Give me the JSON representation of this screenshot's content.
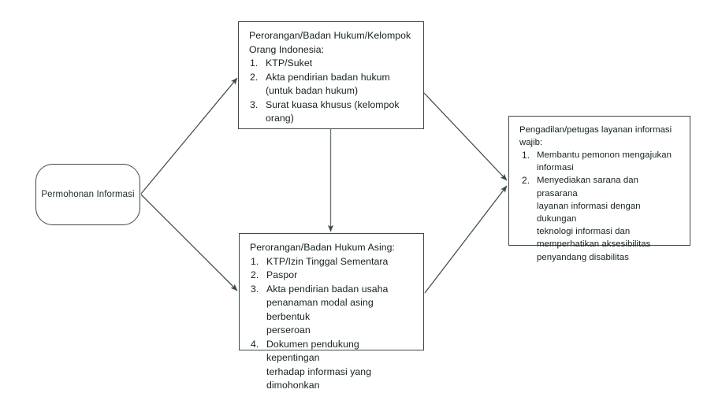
{
  "diagram": {
    "type": "flowchart",
    "title": "Alur permohonan informasi",
    "line_color": "#3c4a4a",
    "text_color": "#14201f",
    "background": "#ffffff"
  },
  "nodes": {
    "start": {
      "shape": "rounded-rectangle",
      "label": "Permohonan\nInformasi"
    },
    "domestic": {
      "shape": "rectangle",
      "title": "Perorangan/Badan Hukum/Kelompok\nOrang Indonesia:",
      "items": [
        "KTP/Suket",
        "Akta pendirian badan hukum\n(untuk badan hukum)",
        "Surat kuasa khusus (kelompok\norang)"
      ]
    },
    "foreign": {
      "shape": "rectangle",
      "title": "Perorangan/Badan Hukum Asing:",
      "items": [
        "KTP/Izin Tinggal Sementara",
        "Paspor",
        "Akta pendirian badan usaha\npenanaman modal asing berbentuk\nperseroan",
        "Dokumen pendukung kepentingan\nterhadap informasi yang dimohonkan"
      ]
    },
    "obligation": {
      "shape": "rectangle",
      "title": "Pengadilan/petugas layanan informasi\nwajib:",
      "items": [
        "Membantu pemonon mengajukan\ninformasi",
        "Menyediakan sarana dan prasarana\nlayanan informasi dengan dukungan\nteknologi informasi dan\nmemperhatikan aksesibilitas\npenyandang disabilitas"
      ]
    }
  },
  "edges": [
    {
      "id": "start-to-domestic",
      "from": "start",
      "to": "domestic",
      "label": ""
    },
    {
      "id": "start-to-foreign",
      "from": "start",
      "to": "foreign",
      "label": ""
    },
    {
      "id": "domestic-to-foreign",
      "from": "domestic",
      "to": "foreign",
      "label": ""
    },
    {
      "id": "domestic-to-obligation",
      "from": "domestic",
      "to": "obligation",
      "label": ""
    },
    {
      "id": "foreign-to-obligation",
      "from": "foreign",
      "to": "obligation",
      "label": ""
    }
  ]
}
